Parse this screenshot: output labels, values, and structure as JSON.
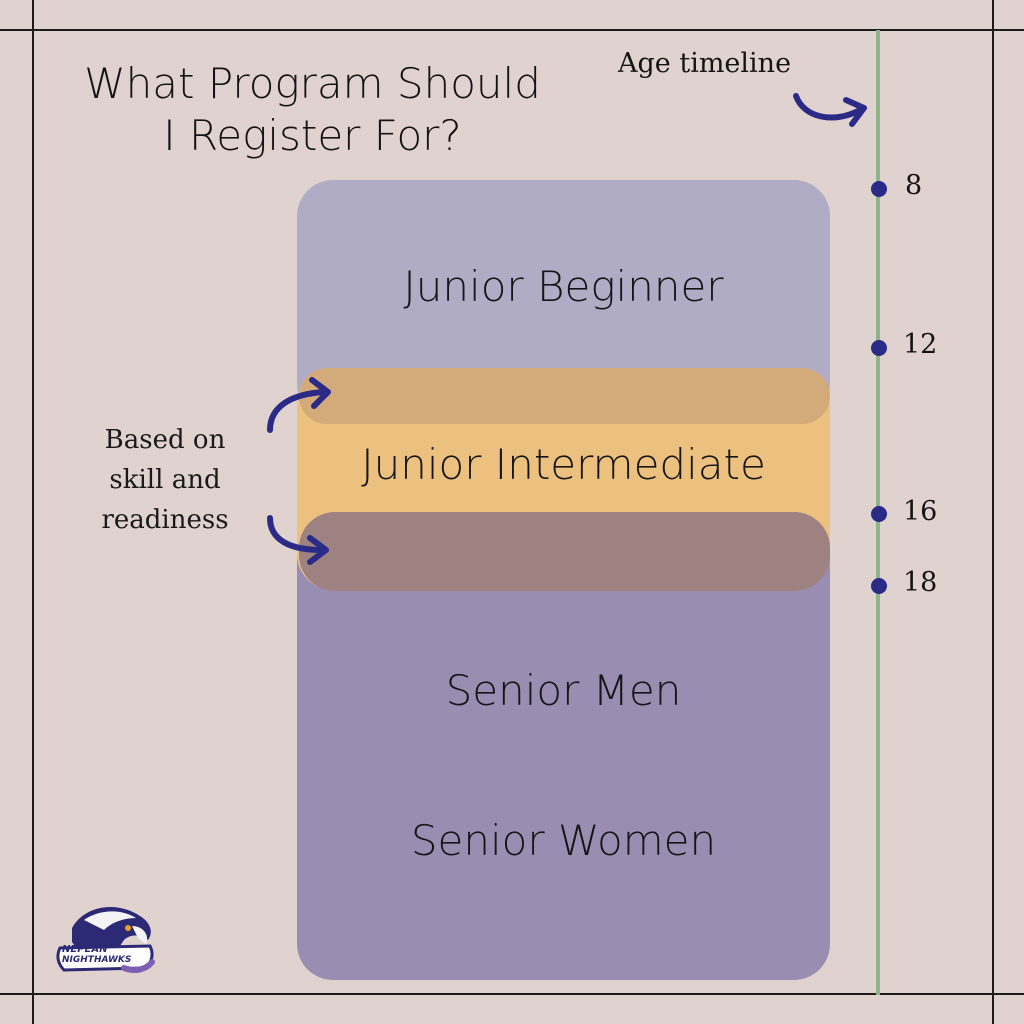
{
  "title": {
    "line1": "What Program Should",
    "line2": "I Register For?"
  },
  "timeline": {
    "label": "Age timeline",
    "ages": [
      "8",
      "12",
      "16",
      "18"
    ]
  },
  "programs": {
    "junior_beginner": "Junior Beginner",
    "junior_intermediate": "Junior Intermediate",
    "senior_men": "Senior Men",
    "senior_women": "Senior Women"
  },
  "note": {
    "line1": "Based on",
    "line2": "skill and",
    "line3": "readiness"
  },
  "logo": {
    "line1": "NEPEAN",
    "line2": "NIGHTHAWKS"
  },
  "colors": {
    "background": "#e0d3cf",
    "junior_beginner": "#b1acc6",
    "junior_intermediate": "#ecc07e",
    "overlap_top": "#d3ab7b",
    "overlap_bottom": "#9e8282",
    "senior": "#9a8db2",
    "timeline": "#8fb48a",
    "accent": "#2b2a86"
  }
}
